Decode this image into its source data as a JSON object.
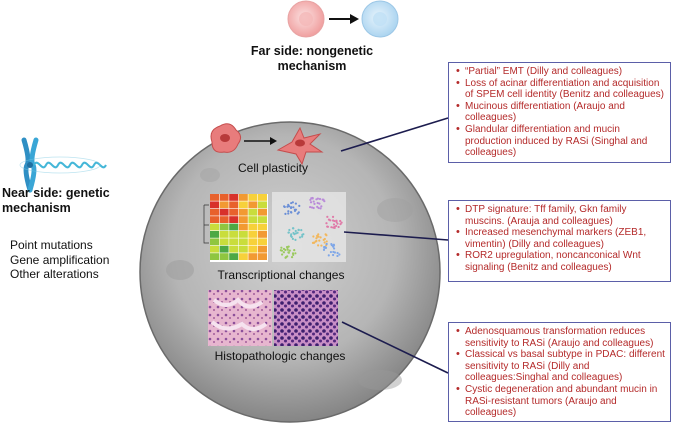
{
  "far_side": {
    "title_line1": "Far side: nongenetic",
    "title_line2": "mechanism"
  },
  "near_side": {
    "title_line1": "Near side: genetic",
    "title_line2": "mechanism",
    "items": [
      "Point mutations",
      "Gene amplification",
      "Other alterations"
    ]
  },
  "circle": {
    "plasticity_label": "Cell plasticity",
    "transcriptional_label": "Transcriptional changes",
    "histopathologic_label": "Histopathologic changes"
  },
  "boxes": {
    "plasticity": [
      "“Partial” EMT (Dilly and colleagues)",
      "Loss of acinar differentiation and acquisition of SPEM cell identity (Benitz and colleagues)",
      "Mucinous differentiation (Araujo and colleagues)",
      "Glandular differentiation and mucin production induced by RASi (Singhal and colleagues)"
    ],
    "transcriptional": [
      "DTP signature: Tff family, Gkn family muscins. (Arauja and colleagues)",
      "Increased mesenchymal markers (ZEB1, vimentin) (Dilly and colleagues)",
      "ROR2 upregulation, noncanconical Wnt signaling (Benitz and colleagues)"
    ],
    "histopathologic": [
      "Adenosquamous transformation reduces sensitivity to RASi (Araujo and colleagues)",
      "Classical vs basal subtype in PDAC: different sensitivity to RASi (Dilly and colleagues:Singhal and colleagues)",
      "Cystic degeneration and abundant mucin in RASi-resistant tumors (Araujo and colleagues)"
    ]
  },
  "colors": {
    "box_border": "#5b5fa8",
    "box_text": "#b42a2a",
    "moon_gray": "#a8a8a8",
    "chromosome_blue": "#3a9fc9",
    "cell_red": "#e05a5a",
    "cell_blue": "#9fd0ec"
  }
}
